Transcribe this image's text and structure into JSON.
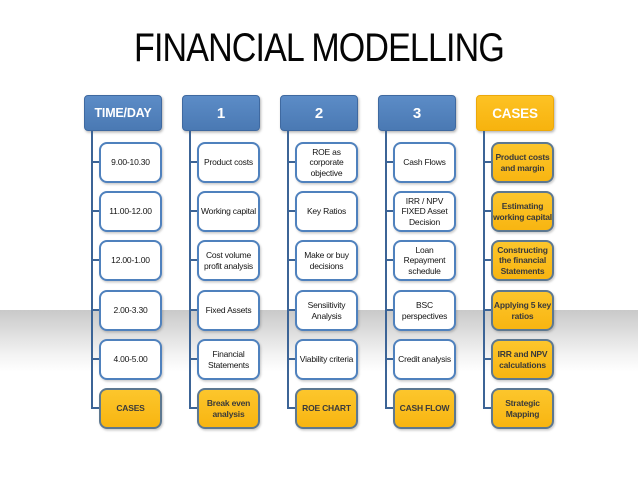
{
  "title": "FINANCIAL MODELLING",
  "colors": {
    "header_blue": "#4f81bd",
    "accent_yellow": "#fbbc16",
    "connector_blue": "#3c6496",
    "title_color": "#000000",
    "band_gray": "#c9c9c9"
  },
  "columns": [
    {
      "header": "TIME/DAY",
      "items": [
        {
          "text": "9.00-10.30"
        },
        {
          "text": "11.00-12.00"
        },
        {
          "text": "12.00-1.00"
        },
        {
          "text": "2.00-3.30"
        },
        {
          "text": "4.00-5.00"
        },
        {
          "text": "CASES"
        }
      ]
    },
    {
      "header": "1",
      "items": [
        {
          "text": "Product costs"
        },
        {
          "text": "Working capital"
        },
        {
          "text": "Cost volume\nprofit analysis"
        },
        {
          "text": "Fixed Assets"
        },
        {
          "text": "Financial\nStatements"
        },
        {
          "text": "Break even\nanalysis"
        }
      ]
    },
    {
      "header": "2",
      "items": [
        {
          "text": "ROE as\ncorporate\nobjective"
        },
        {
          "text": "Key Ratios"
        },
        {
          "text": "Make or buy\ndecisions"
        },
        {
          "text": "Sensiitivity\nAnalysis"
        },
        {
          "text": "Viability criteria"
        },
        {
          "text": "ROE CHART"
        }
      ]
    },
    {
      "header": "3",
      "items": [
        {
          "text": "Cash Flows"
        },
        {
          "text": "IRR / NPV\nFIXED Asset\nDecision"
        },
        {
          "text": "Loan\nRepayment\nschedule"
        },
        {
          "text": "BSC\nperspectives"
        },
        {
          "text": "Credit analysis"
        },
        {
          "text": "CASH FLOW"
        }
      ]
    },
    {
      "header": "CASES",
      "items": [
        {
          "text": "Product costs\nand margin"
        },
        {
          "text": "Estimating\nworking capital"
        },
        {
          "text": "Constructing\nthe financial\nStatements"
        },
        {
          "text": "Applying 5 key\nratios"
        },
        {
          "text": "IRR and NPV\ncalculations"
        },
        {
          "text": "Strategic\nMapping"
        }
      ]
    }
  ]
}
